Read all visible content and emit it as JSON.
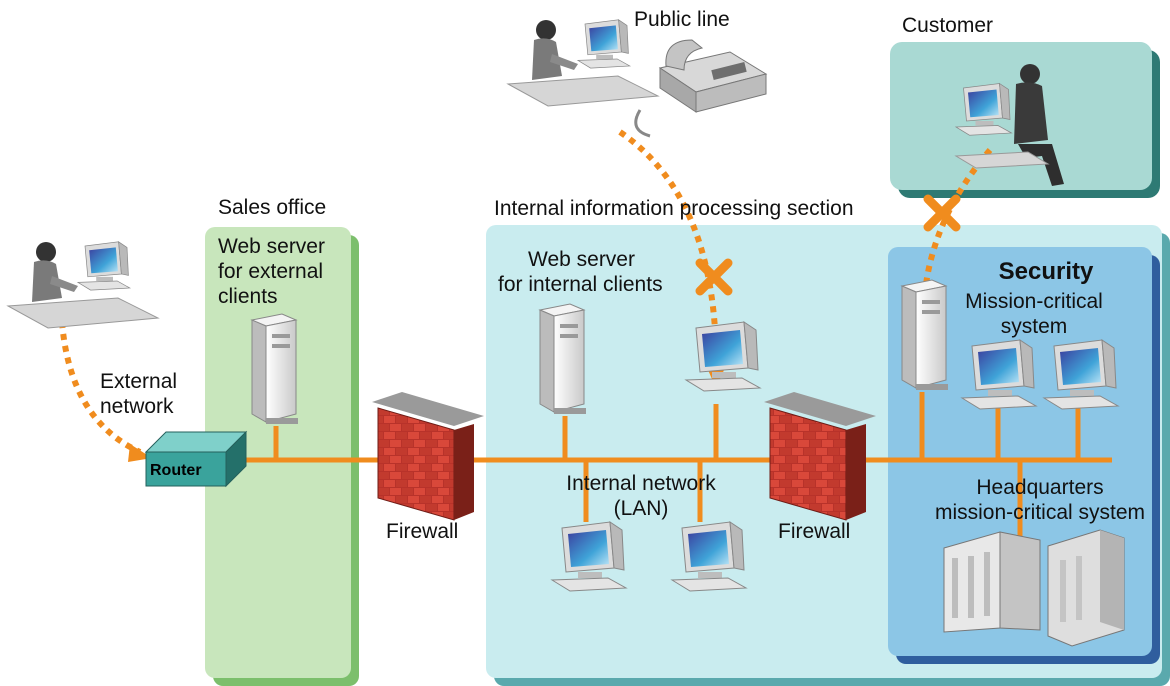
{
  "labels": {
    "public_line": "Public line",
    "customer": "Customer",
    "sales_office": "Sales office",
    "internal_section": "Internal information processing section",
    "web_server_external": [
      "Web server",
      "for external",
      "clients"
    ],
    "web_server_internal": [
      "Web server",
      "for internal clients"
    ],
    "security": "Security",
    "mission_critical": [
      "Mission-critical",
      "system"
    ],
    "external_network": [
      "External",
      "network"
    ],
    "router": "Router",
    "firewall_left": "Firewall",
    "firewall_right": "Firewall",
    "internal_network": [
      "Internal network",
      "(LAN)"
    ],
    "headquarters": [
      "Headquarters",
      "mission-critical system"
    ]
  },
  "colors": {
    "sales_office_panel": "#c8e6bc",
    "internal_panel": "#c9ecef",
    "security_panel": "#8cc6e6",
    "customer_panel": "#a9d9d3",
    "network_line": "#f08c1e",
    "blocked_marker": "#f08c1e",
    "router": "#3aa39c",
    "firewall_brick": "#c0392b"
  },
  "icons": {
    "blocked": "x-mark-icon",
    "workstation": "computer-icon",
    "server": "tower-server-icon",
    "mainframe": "mainframe-icon",
    "firewall": "brick-wall-icon",
    "router": "router-icon",
    "user": "person-at-desk-icon",
    "phone": "telephone-icon"
  }
}
